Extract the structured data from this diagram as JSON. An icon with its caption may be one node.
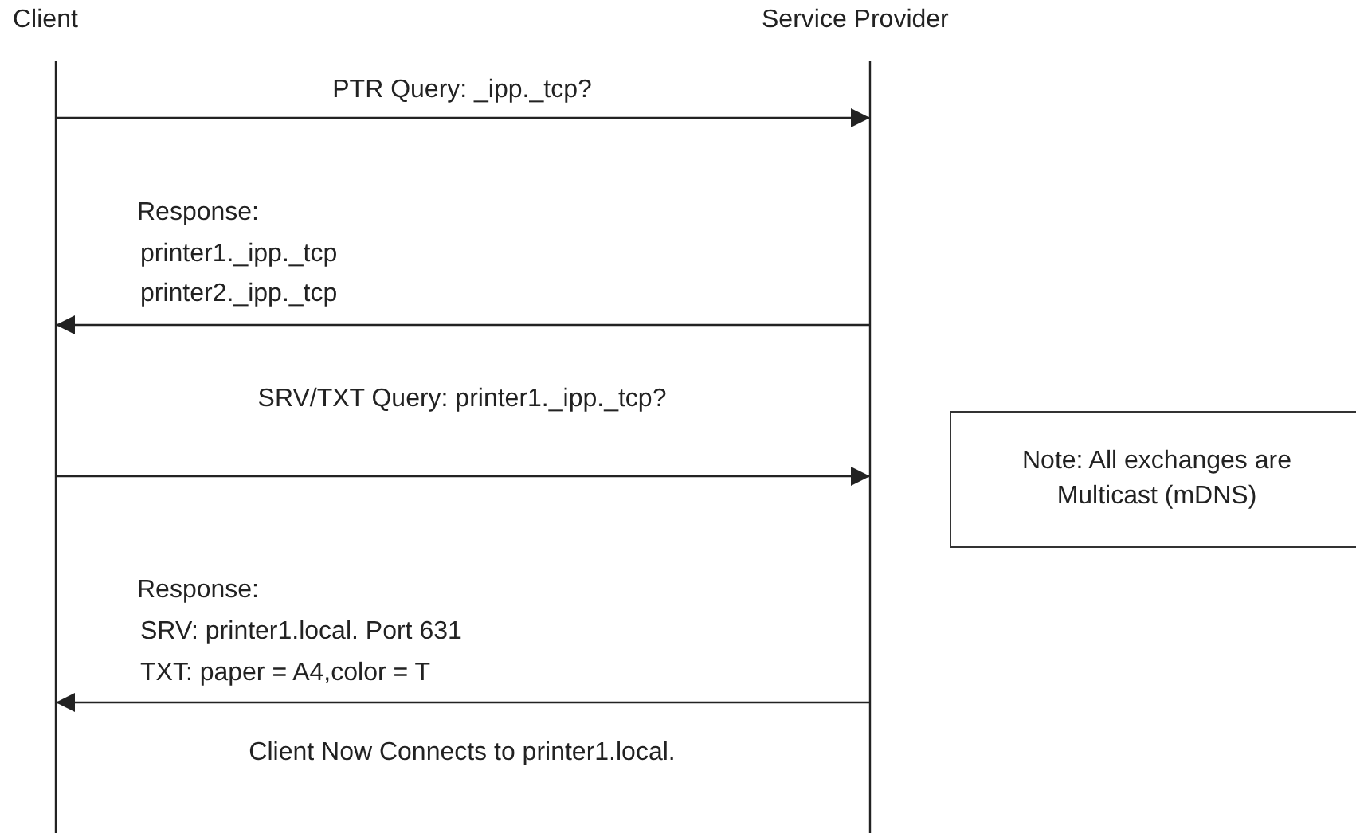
{
  "diagram": {
    "nodes": [
      {
        "text": [
          "Client"
        ]
      },
      {
        "text": [
          "Service Provider"
        ]
      },
      {
        "text": [
          "Note: All exchanges are Multicast (mDNS)"
        ]
      }
    ],
    "edges": [
      {
        "from": 0,
        "to": 1,
        "arrow": "to",
        "label": "PTR Query: _ipp._tcp?"
      },
      {
        "from": 1,
        "to": 0,
        "arrow": "to",
        "label": "Response:"
      },
      {
        "from": 0,
        "to": 1,
        "arrow": "to",
        "label": "SRV/TXT Query: printer1._ipp._tcp?"
      },
      {
        "from": 1,
        "to": 0,
        "arrow": "to",
        "label": "Response:"
      }
    ],
    "labels": [
      "printer1._ipp._tcp",
      "printer2._ipp._tcp",
      "SRV: printer1.local. Port 631",
      "TXT: paper = A4,color = T",
      "Client Now Connects to printer1.local."
    ]
  }
}
